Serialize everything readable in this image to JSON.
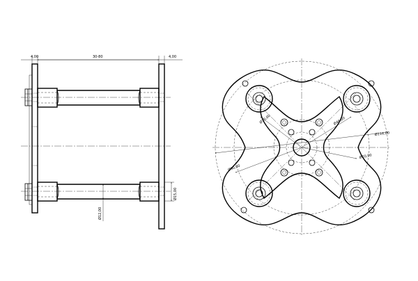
{
  "side_view": {
    "dims": {
      "left_plate": "4,00",
      "span": "30-80",
      "right_plate": "4,00",
      "rod_diameter": "Ø12,00",
      "boss_diameter": "Ø15,00"
    }
  },
  "front_view": {
    "dims": {
      "d30": "Ø30,00",
      "d44": "Ø44,00",
      "d116": "Ø116,00",
      "d20": "Ø20,00",
      "d90": "Ø90,00"
    }
  }
}
